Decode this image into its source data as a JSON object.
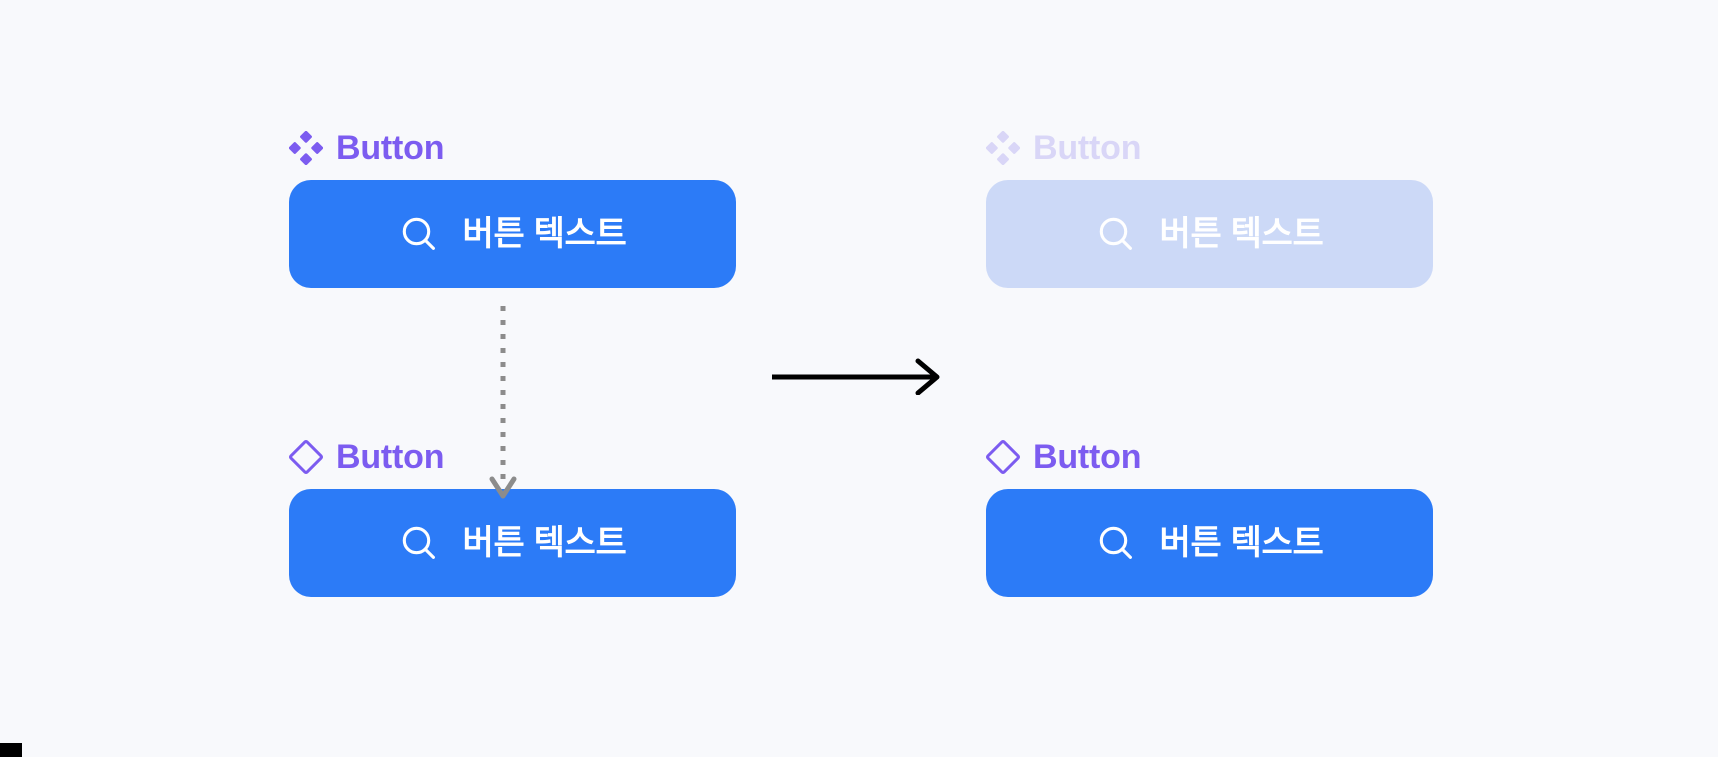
{
  "page": {
    "background_color": "#f8f9fc",
    "title": "Button component states"
  },
  "theme": {
    "accent_purple": "#7c5cf0",
    "accent_purple_muted": "#d9d6f7",
    "primary_blue": "#2c7bf7",
    "disabled_blue": "#ccd9f7",
    "button_text_color": "#ffffff",
    "connector_gray": "#8c8c8c",
    "arrow_black": "#000000"
  },
  "components": [
    {
      "id": "top-left",
      "label": {
        "text": "Button",
        "icon": "four-diamond-cluster-icon",
        "state": "enabled"
      },
      "button": {
        "text": "버튼 텍스트",
        "icon": "search-icon",
        "state": "enabled",
        "background_color": "#2c7bf7",
        "text_color": "#ffffff"
      }
    },
    {
      "id": "top-right",
      "label": {
        "text": "Button",
        "icon": "four-diamond-cluster-icon",
        "state": "disabled"
      },
      "button": {
        "text": "버튼 텍스트",
        "icon": "search-icon",
        "state": "disabled",
        "background_color": "#ccd9f7",
        "text_color": "#ffffff"
      }
    },
    {
      "id": "bottom-left",
      "label": {
        "text": "Button",
        "icon": "diamond-outline-icon",
        "state": "enabled"
      },
      "button": {
        "text": "버튼 텍스트",
        "icon": "search-icon",
        "state": "enabled",
        "background_color": "#2c7bf7",
        "text_color": "#ffffff"
      }
    },
    {
      "id": "bottom-right",
      "label": {
        "text": "Button",
        "icon": "diamond-outline-icon",
        "state": "enabled"
      },
      "button": {
        "text": "버튼 텍스트",
        "icon": "search-icon",
        "state": "enabled",
        "background_color": "#2c7bf7",
        "text_color": "#ffffff"
      }
    }
  ],
  "connectors": {
    "vertical_dotted": {
      "style": "dotted",
      "color": "#8c8c8c",
      "direction": "down",
      "arrowhead": "chevron"
    },
    "horizontal_solid": {
      "style": "solid",
      "color": "#000000",
      "direction": "right",
      "arrowhead": "open"
    }
  }
}
